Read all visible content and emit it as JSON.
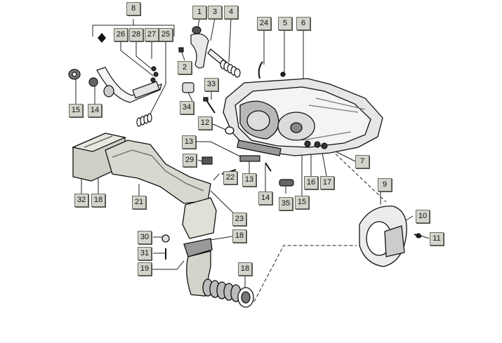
{
  "callouts": [
    "1",
    "2",
    "3",
    "4",
    "5",
    "6",
    "7",
    "8",
    "9",
    "10",
    "11",
    "12",
    "13",
    "13",
    "14",
    "14",
    "15",
    "15",
    "16",
    "17",
    "18",
    "18",
    "18",
    "19",
    "21",
    "22",
    "23",
    "24",
    "25",
    "26",
    "27",
    "28",
    "29",
    "30",
    "31",
    "32",
    "33",
    "34",
    "35"
  ]
}
